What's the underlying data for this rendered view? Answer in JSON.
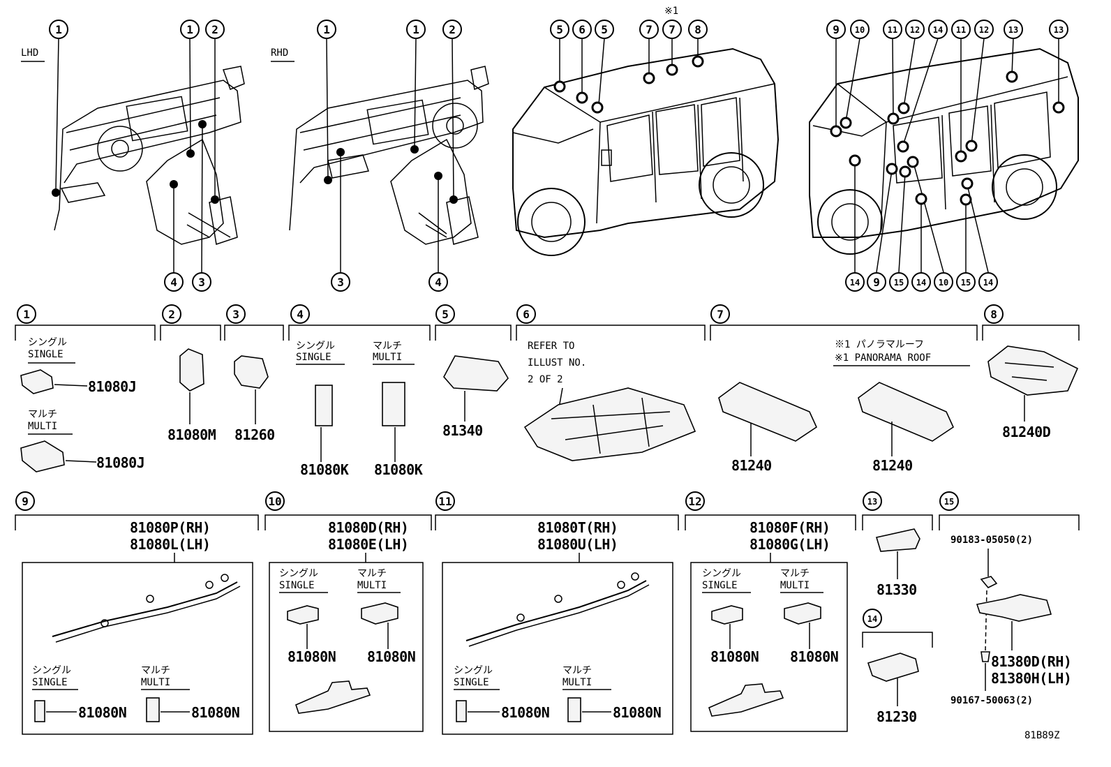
{
  "views": {
    "lhd_label": "LHD",
    "rhd_label": "RHD",
    "note_mark": "※1",
    "callouts_lhd": [
      "1",
      "1",
      "2",
      "4",
      "3"
    ],
    "callouts_rhd": [
      "1",
      "1",
      "2",
      "3",
      "4"
    ],
    "callouts_front": [
      "5",
      "6",
      "5",
      "7",
      "7",
      "8"
    ],
    "callouts_rear": [
      "9",
      "10",
      "11",
      "12",
      "14",
      "11",
      "12",
      "13",
      "13",
      "14",
      "9",
      "15",
      "14",
      "10",
      "15",
      "14"
    ]
  },
  "sections": [
    {
      "num": "1",
      "lab_single_jp": "シングル",
      "lab_single_en": "SINGLE",
      "lab_multi_jp": "マルチ",
      "lab_multi_en": "MULTI",
      "pn_a": "81080J",
      "pn_b": "81080J"
    },
    {
      "num": "2",
      "pn": "81080M"
    },
    {
      "num": "3",
      "pn": "81260"
    },
    {
      "num": "4",
      "lab_single_jp": "シングル",
      "lab_single_en": "SINGLE",
      "lab_multi_jp": "マルチ",
      "lab_multi_en": "MULTI",
      "pn_a": "81080K",
      "pn_b": "81080K"
    },
    {
      "num": "5",
      "pn": "81340"
    },
    {
      "num": "6",
      "refer_1": "REFER TO",
      "refer_2": "ILLUST NO.",
      "refer_3": "2 OF 2"
    },
    {
      "num": "7",
      "note_jp": "※1 パノラマルーフ",
      "note_en": "※1 PANORAMA ROOF",
      "pn_a": "81240",
      "pn_b": "81240"
    },
    {
      "num": "8",
      "pn": "81240D"
    },
    {
      "num": "9",
      "pn_rh": "81080P(RH)",
      "pn_lh": "81080L(LH)",
      "lab_single_jp": "シングル",
      "lab_single_en": "SINGLE",
      "lab_multi_jp": "マルチ",
      "lab_multi_en": "MULTI",
      "pn_a": "81080N",
      "pn_b": "81080N"
    },
    {
      "num": "10",
      "pn_rh": "81080D(RH)",
      "pn_lh": "81080E(LH)",
      "lab_single_jp": "シングル",
      "lab_single_en": "SINGLE",
      "lab_multi_jp": "マルチ",
      "lab_multi_en": "MULTI",
      "pn_a": "81080N",
      "pn_b": "81080N"
    },
    {
      "num": "11",
      "pn_rh": "81080T(RH)",
      "pn_lh": "81080U(LH)",
      "lab_single_jp": "シングル",
      "lab_single_en": "SINGLE",
      "lab_multi_jp": "マルチ",
      "lab_multi_en": "MULTI",
      "pn_a": "81080N",
      "pn_b": "81080N"
    },
    {
      "num": "12",
      "pn_rh": "81080F(RH)",
      "pn_lh": "81080G(LH)",
      "lab_single_jp": "シングル",
      "lab_single_en": "SINGLE",
      "lab_multi_jp": "マルチ",
      "lab_multi_en": "MULTI",
      "pn_a": "81080N",
      "pn_b": "81080N"
    },
    {
      "num": "13",
      "pn": "81330"
    },
    {
      "num": "14",
      "pn": "81230"
    },
    {
      "num": "15",
      "pn_screw_top": "90183-05050(2)",
      "pn_rh": "81380D(RH)",
      "pn_lh": "81380H(LH)",
      "pn_screw_bot": "90167-50063(2)"
    }
  ],
  "illustration_id": "81B89Z"
}
